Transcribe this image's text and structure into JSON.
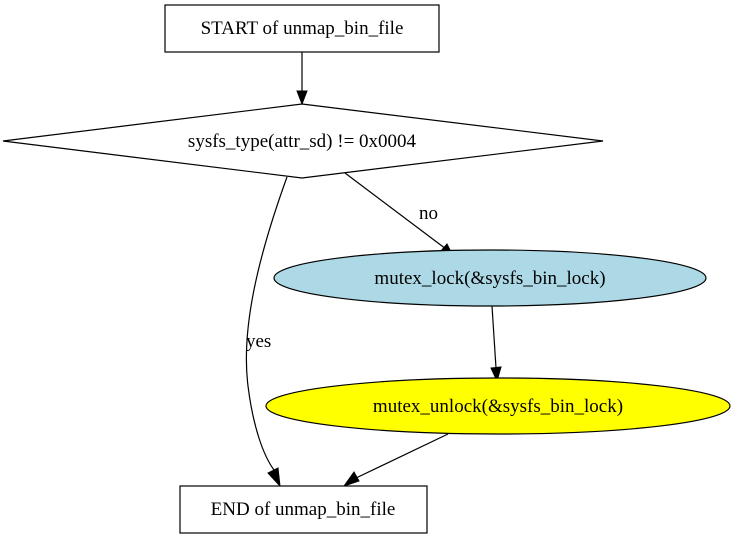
{
  "diagram": {
    "nodes": {
      "start": {
        "label": "START of unmap_bin_file",
        "shape": "box",
        "fill": "#ffffff"
      },
      "decision": {
        "label": "sysfs_type(attr_sd) != 0x0004",
        "shape": "diamond",
        "fill": "#ffffff"
      },
      "lock": {
        "label": "mutex_lock(&sysfs_bin_lock)",
        "shape": "ellipse",
        "fill": "#add8e6"
      },
      "unlock": {
        "label": "mutex_unlock(&sysfs_bin_lock)",
        "shape": "ellipse",
        "fill": "#ffff00"
      },
      "end": {
        "label": "END of unmap_bin_file",
        "shape": "box",
        "fill": "#ffffff"
      }
    },
    "edges": {
      "start_to_decision": {
        "from": "start",
        "to": "decision",
        "label": ""
      },
      "decision_to_lock": {
        "from": "decision",
        "to": "lock",
        "label": "no"
      },
      "decision_to_end": {
        "from": "decision",
        "to": "end",
        "label": "yes"
      },
      "lock_to_unlock": {
        "from": "lock",
        "to": "unlock",
        "label": ""
      },
      "unlock_to_end": {
        "from": "unlock",
        "to": "end",
        "label": ""
      }
    }
  }
}
